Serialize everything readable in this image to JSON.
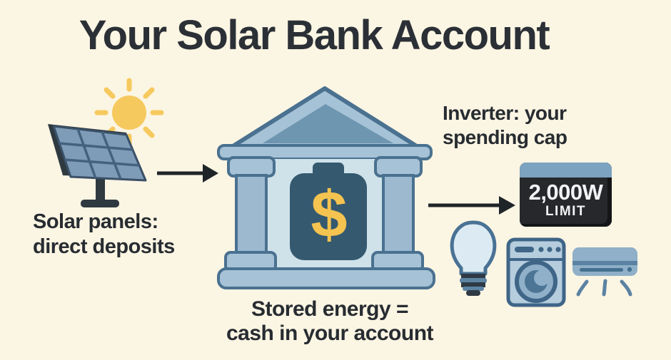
{
  "title": "Your Solar Bank Account",
  "flow": {
    "solar_label": {
      "line1": "Solar panels:",
      "line2": "direct deposits"
    },
    "inverter_label": {
      "line1": "Inverter: your",
      "line2": "spending cap"
    },
    "stored_label": {
      "line1": "Stored energy =",
      "line2": "cash in your account"
    },
    "badge": {
      "wattage": "2,000W",
      "limit_text": "LIMIT"
    },
    "battery_symbol": "$"
  },
  "icons": {
    "sequence": [
      "sun-icon",
      "solar-panel-icon",
      "flow-arrow-icon",
      "bank-icon",
      "battery-icon",
      "dollar-sign",
      "flow-arrow-icon",
      "inverter-badge",
      "lightbulb-icon",
      "washing-machine-icon",
      "air-conditioner-icon"
    ]
  },
  "colors": {
    "background": "#fbf5e3",
    "text_dark": "#272c31",
    "sun_yellow": "#f6c95e",
    "dollar_yellow": "#f5c34f",
    "panel_blue": "#7e9cb8",
    "panel_grid": "#44617e",
    "panel_frame_dark": "#2e3940",
    "bank_light_blue": "#a6c2d6",
    "bank_outline": "#4a7190",
    "bank_inner_triangle": "#6e96b1",
    "bank_wall": "#cfe2ea",
    "battery_dark_blue": "#35596f",
    "appliance_body_blue": "#8fb0c8",
    "appliance_light_blue": "#b5cddd",
    "appliance_outline": "#3f6587",
    "badge_dark": "#26282b",
    "badge_strip_blue": "#7ca3bf",
    "badge_text": "#f2f3f4",
    "arrow_black": "#1f2428"
  }
}
